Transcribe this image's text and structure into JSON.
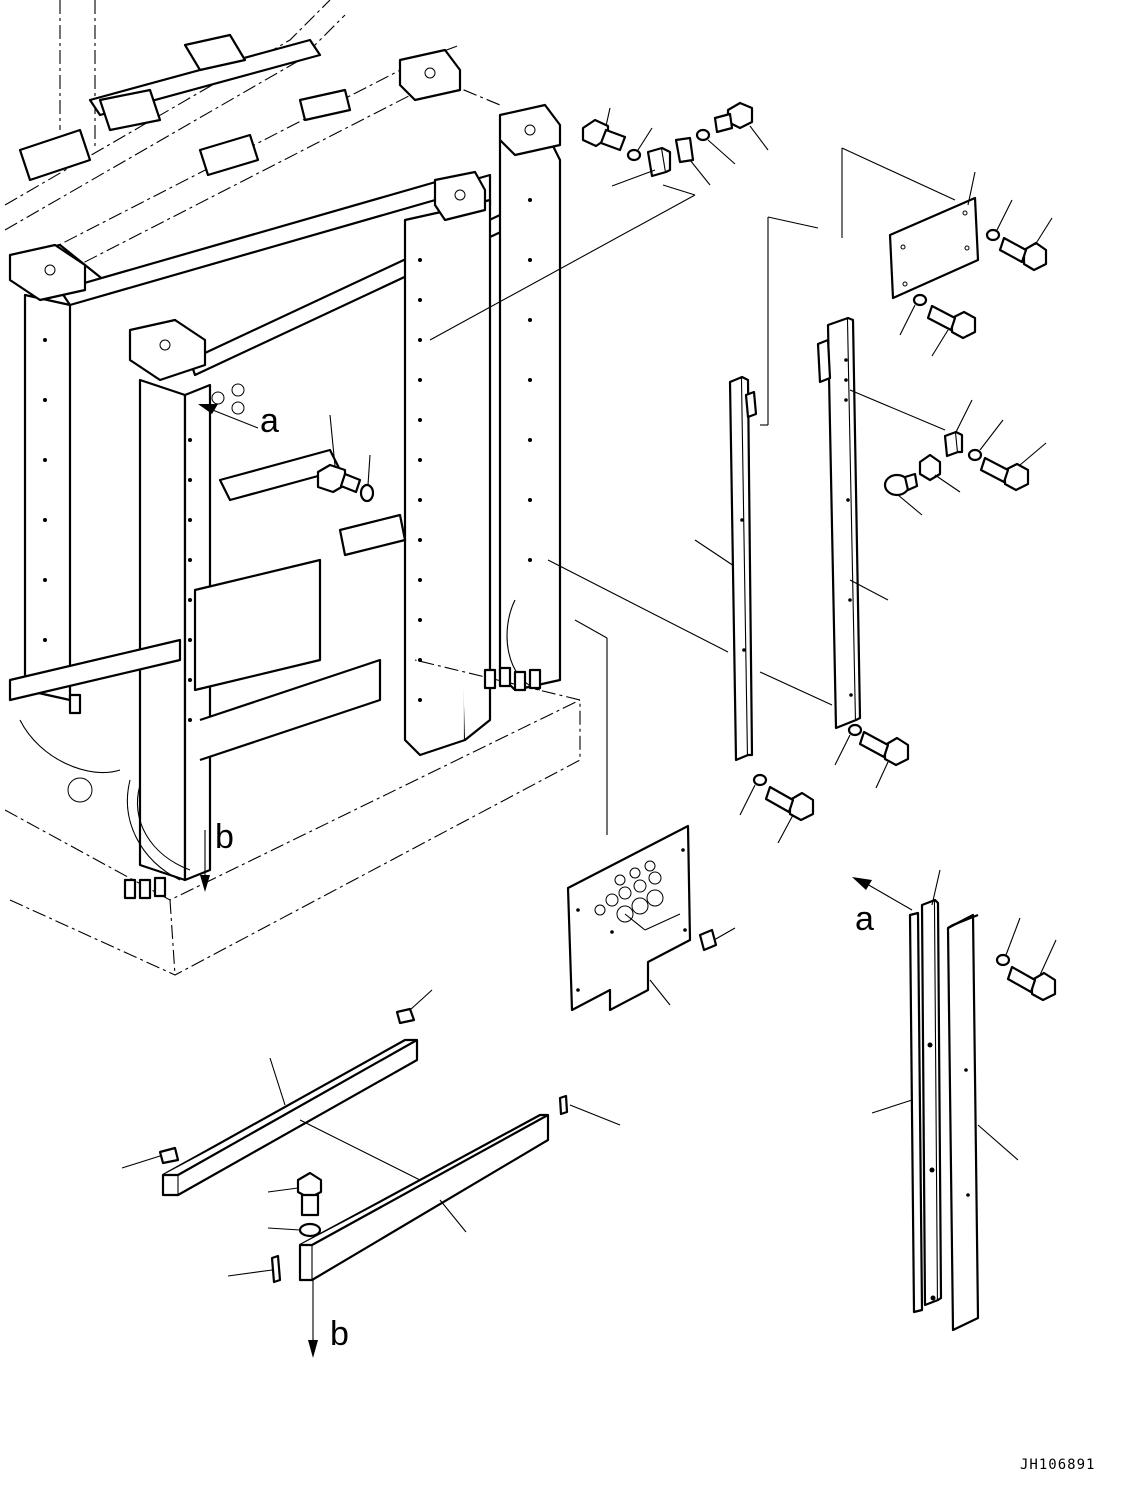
{
  "diagram": {
    "view_labels": {
      "a_upper": "a",
      "a_lower": "a",
      "b_upper": "b",
      "b_lower": "b"
    },
    "drawing_code": "JH106891",
    "icons": [
      "bolt-icon",
      "washer-icon",
      "bracket-icon",
      "plate-icon",
      "cap-icon",
      "rail-icon"
    ]
  }
}
